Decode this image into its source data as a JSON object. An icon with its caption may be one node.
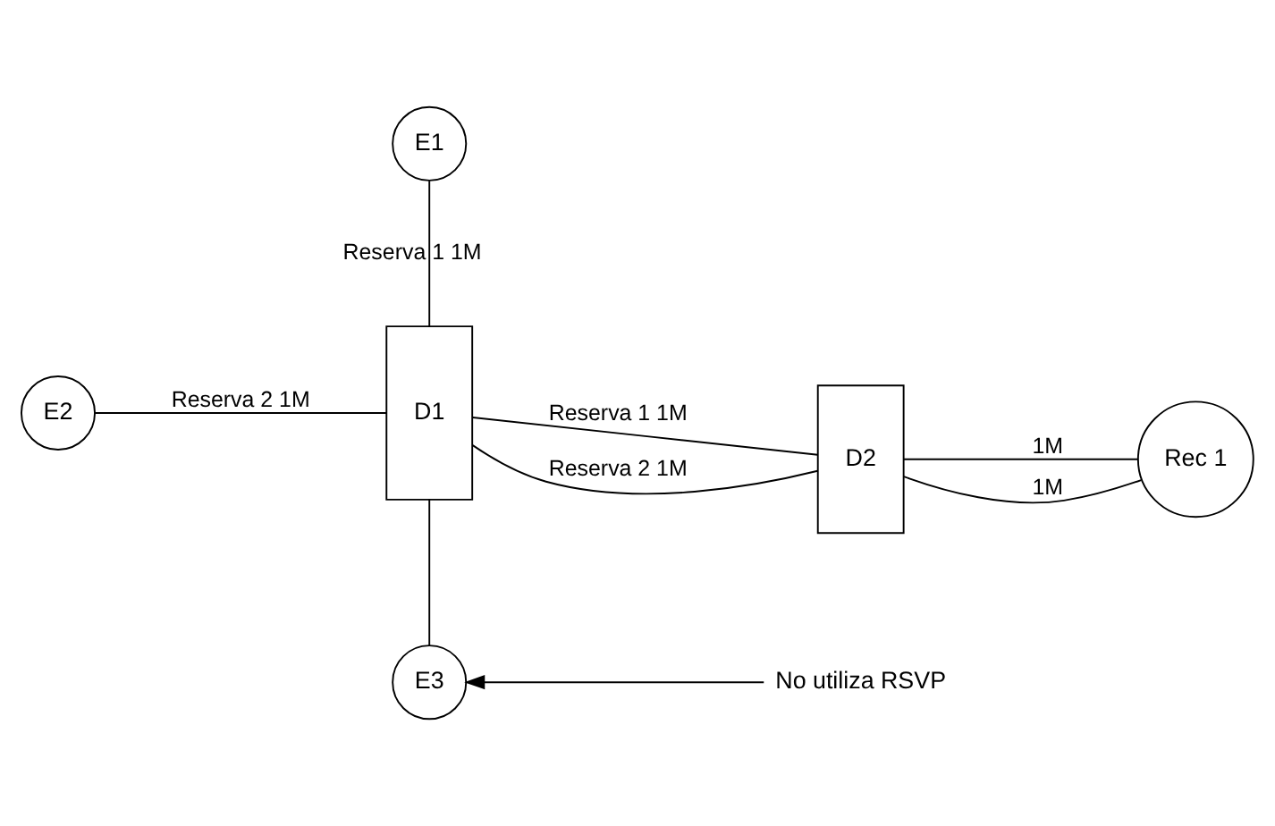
{
  "diagram": {
    "nodes": [
      {
        "text": [
          "E1"
        ]
      },
      {
        "text": [
          "E2"
        ]
      },
      {
        "text": [
          "D1"
        ]
      },
      {
        "text": [
          "D2"
        ]
      },
      {
        "text": [
          "Rec 1"
        ]
      },
      {
        "text": [
          "E3"
        ]
      },
      {
        "text": [
          "No utiliza RSVP"
        ]
      }
    ],
    "edges": [
      {
        "from": 0,
        "to": 2,
        "arrow": "none",
        "label": "Reserva 1 1M"
      },
      {
        "from": 1,
        "to": 2,
        "arrow": "none",
        "label": "Reserva 2 1M"
      },
      {
        "from": 2,
        "to": 3,
        "arrow": "none",
        "label": "Reserva 1 1M"
      },
      {
        "from": 2,
        "to": 3,
        "arrow": "none",
        "label": "Reserva 2 1M"
      },
      {
        "from": 3,
        "to": 4,
        "arrow": "none",
        "label": "1M"
      },
      {
        "from": 3,
        "to": 4,
        "arrow": "none",
        "label": "1M"
      },
      {
        "from": 2,
        "to": 5,
        "arrow": "none"
      },
      {
        "from": 6,
        "to": 5,
        "arrow": "to"
      }
    ]
  }
}
